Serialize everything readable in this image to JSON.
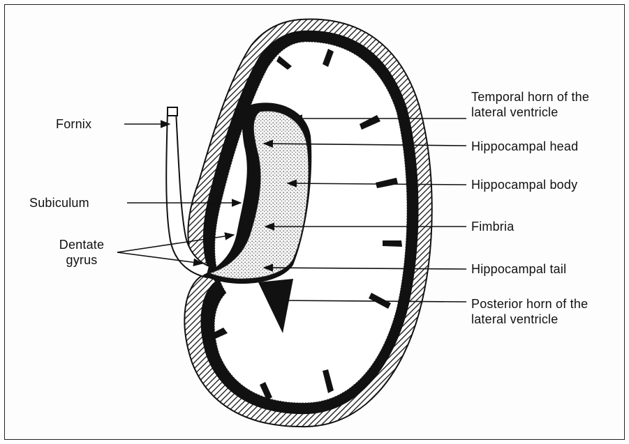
{
  "labels": {
    "fornix": "Fornix",
    "subiculum": "Subiculum",
    "dentate_line1": "Dentate",
    "dentate_line2": "gyrus",
    "temporal_horn_line1": "Temporal horn of the",
    "temporal_horn_line2": "lateral  ventricle",
    "hippocampal_head": "Hippocampal head",
    "hippocampal_body": "Hippocampal body",
    "fimbria": "Fimbria",
    "hippocampal_tail": "Hippocampal tail",
    "posterior_horn_line1": "Posterior horn of the",
    "posterior_horn_line2": "lateral ventricle"
  }
}
